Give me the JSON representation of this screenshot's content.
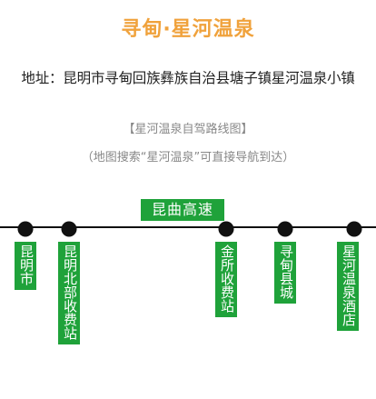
{
  "title": "寻甸·星河温泉",
  "address": "地址：昆明市寻甸回族彝族自治县塘子镇星河温泉小镇",
  "caption_title": "【星河温泉自驾路线图】",
  "caption_note": "（地图搜索“星河温泉”可直接导航到达）",
  "colors": {
    "title": "#f0a23c",
    "green": "#1fa23a",
    "line": "#111111"
  },
  "road_label": "昆曲高速",
  "stops": [
    {
      "label": "昆明市"
    },
    {
      "label": "昆明北部收费站"
    },
    {
      "label": "金所收费站"
    },
    {
      "label": "寻甸县城"
    },
    {
      "label": "星河温泉酒店"
    }
  ]
}
